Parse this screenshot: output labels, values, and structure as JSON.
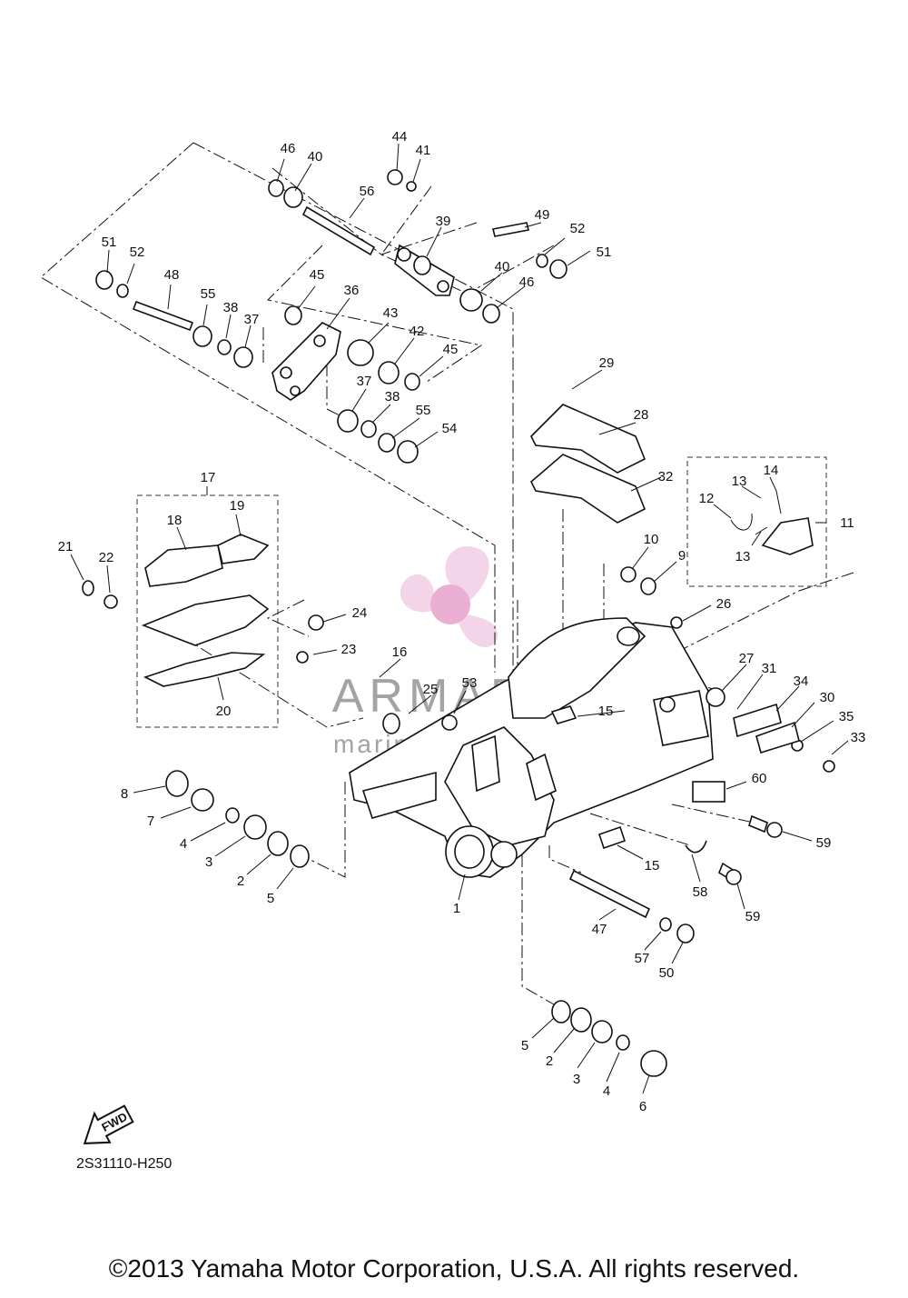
{
  "diagram": {
    "code": "2S31110-H250",
    "copyright": "©2013 Yamaha Motor Corporation, U.S.A. All rights reserved.",
    "fwd_label": "FWD",
    "watermark": {
      "brand": "ARMADA",
      "tagline": "marine outboards",
      "color": "#e9a7cf"
    }
  },
  "callouts": [
    "1",
    "2",
    "2",
    "3",
    "3",
    "4",
    "4",
    "5",
    "5",
    "6",
    "7",
    "8",
    "9",
    "10",
    "11",
    "12",
    "13",
    "13",
    "14",
    "15",
    "15",
    "16",
    "17",
    "18",
    "19",
    "20",
    "21",
    "22",
    "23",
    "24",
    "25",
    "26",
    "27",
    "28",
    "29",
    "30",
    "31",
    "32",
    "33",
    "34",
    "35",
    "36",
    "37",
    "37",
    "38",
    "38",
    "39",
    "40",
    "40",
    "41",
    "42",
    "43",
    "44",
    "45",
    "45",
    "46",
    "46",
    "47",
    "48",
    "49",
    "50",
    "51",
    "51",
    "52",
    "52",
    "53",
    "54",
    "55",
    "55",
    "56",
    "57",
    "58",
    "59",
    "59",
    "60"
  ]
}
